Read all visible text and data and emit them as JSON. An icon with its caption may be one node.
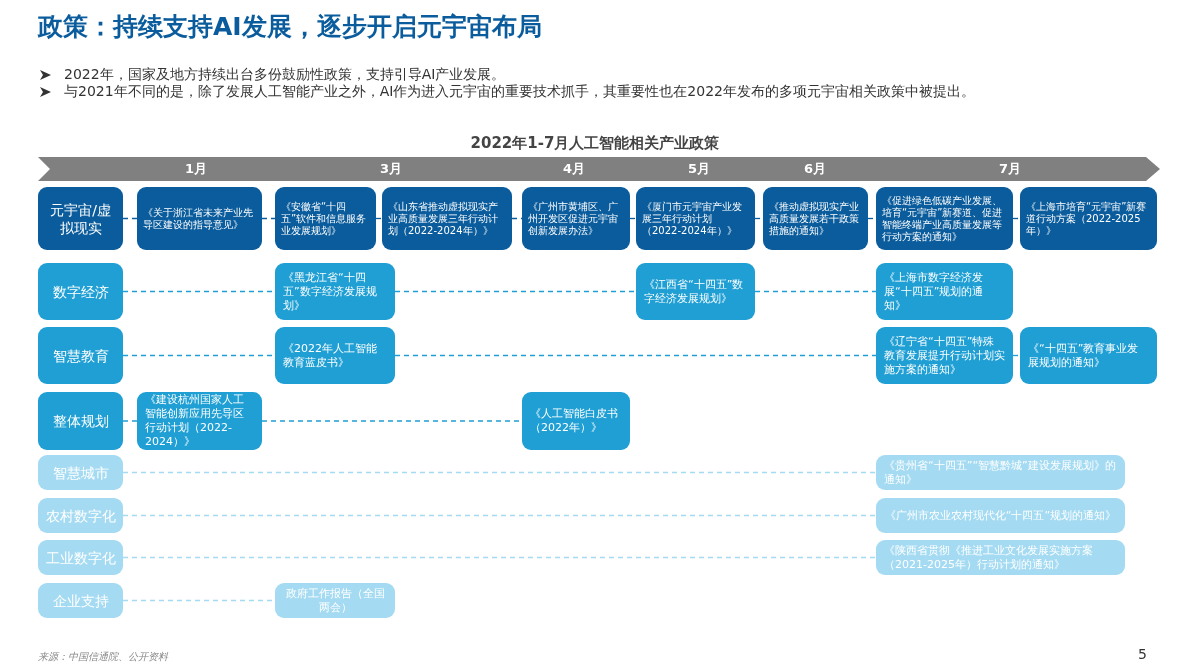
{
  "diagram": {
    "title": "政策：持续支持AI发展，逐步开启元宇宙布局",
    "nodes": [
      {
        "text": [
          "元宇宙/虚拟现实"
        ]
      },
      {
        "text": [
          "《关于浙江省未来产业先导区建设的指导意见》"
        ]
      },
      {
        "text": [
          "《安徽省“十四五”软件和信息服务业发展规划》"
        ]
      },
      {
        "text": [
          "《山东省推动虚拟现实产业高质量发展三年行动计划（2022-2024年）》"
        ]
      },
      {
        "text": [
          "《广州市黄埔区、广州开发区促进元宇宙创新发展办法》"
        ]
      },
      {
        "text": [
          "《厦门市元宇宙产业发展三年行动计划（2022-2024年）》"
        ]
      },
      {
        "text": [
          "《推动虚拟现实产业高质量发展若干政策措施的通知》"
        ]
      },
      {
        "text": [
          "《促进绿色低碳产业发展、培育“元宇宙”新赛道、促进智能终端产业高质量发展等行动方案的通知》"
        ]
      },
      {
        "text": [
          "《上海市培育“元宇宙”新赛道行动方案（2022-2025年）》"
        ]
      },
      {
        "text": [
          "数字经济"
        ]
      },
      {
        "text": [
          "《黑龙江省“十四五”数字经济发展规划》"
        ]
      },
      {
        "text": [
          "《江西省“十四五”数字经济发展规划》"
        ]
      },
      {
        "text": [
          "《上海市数字经济发展“十四五”规划的通知》"
        ]
      },
      {
        "text": [
          "智慧教育"
        ]
      },
      {
        "text": [
          "《2022年人工智能教育蓝皮书》"
        ]
      },
      {
        "text": [
          "《辽宁省“十四五”特殊教育发展提升行动计划实施方案的通知》"
        ]
      },
      {
        "text": [
          "《“十四五”教育事业发展规划的通知》"
        ]
      },
      {
        "text": [
          "整体规划"
        ]
      },
      {
        "text": [
          "《建设杭州国家人工智能创新应用先导区行动计划（2022-2024）》"
        ]
      },
      {
        "text": [
          "《人工智能白皮书（2022年）》"
        ]
      },
      {
        "text": [
          "智慧城市"
        ]
      },
      {
        "text": [
          "《贵州省“十四五”“智慧黔城”建设发展规划》的通知》"
        ]
      },
      {
        "text": [
          "农村数字化"
        ]
      },
      {
        "text": [
          "《广州市农业农村现代化“十四五”规划的通知》"
        ]
      },
      {
        "text": [
          "工业数字化"
        ]
      },
      {
        "text": [
          "《陕西省贯彻《推进工业文化发展实施方案（2021-2025年）行动计划的通知》"
        ]
      },
      {
        "text": [
          "企业支持"
        ]
      },
      {
        "text": [
          "政府工作报告（全国两会）"
        ]
      }
    ],
    "edges": [
      {
        "from": 0,
        "to": 1,
        "arrow": "none",
        "style": "dashed",
        "color": "#0a5c9c"
      },
      {
        "from": 1,
        "to": 2,
        "arrow": "none",
        "style": "dashed",
        "color": "#0a5c9c"
      },
      {
        "from": 2,
        "to": 3,
        "arrow": "none",
        "style": "dashed",
        "color": "#0a5c9c"
      },
      {
        "from": 3,
        "to": 4,
        "arrow": "none",
        "style": "dashed",
        "color": "#0a5c9c"
      },
      {
        "from": 4,
        "to": 5,
        "arrow": "none",
        "style": "dashed",
        "color": "#0a5c9c"
      },
      {
        "from": 5,
        "to": 6,
        "arrow": "none",
        "style": "dashed",
        "color": "#0a5c9c"
      },
      {
        "from": 6,
        "to": 7,
        "arrow": "none",
        "style": "dashed",
        "color": "#0a5c9c"
      },
      {
        "from": 7,
        "to": 8,
        "arrow": "none",
        "style": "dashed",
        "color": "#0a5c9c"
      },
      {
        "from": 9,
        "to": 10,
        "arrow": "none",
        "style": "dashed",
        "color": "#1f9fd4"
      },
      {
        "from": 10,
        "to": 11,
        "arrow": "none",
        "style": "dashed",
        "color": "#1f9fd4"
      },
      {
        "from": 11,
        "to": 12,
        "arrow": "none",
        "style": "dashed",
        "color": "#1f9fd4"
      },
      {
        "from": 13,
        "to": 14,
        "arrow": "none",
        "style": "dashed",
        "color": "#1f9fd4"
      },
      {
        "from": 14,
        "to": 15,
        "arrow": "none",
        "style": "dashed",
        "color": "#1f9fd4"
      },
      {
        "from": 15,
        "to": 16,
        "arrow": "none",
        "style": "dashed",
        "color": "#1f9fd4"
      },
      {
        "from": 17,
        "to": 18,
        "arrow": "none",
        "style": "dashed",
        "color": "#1f9fd4"
      },
      {
        "from": 18,
        "to": 19,
        "arrow": "none",
        "style": "dashed",
        "color": "#1f9fd4"
      },
      {
        "from": 20,
        "to": 21,
        "arrow": "none",
        "style": "dashed",
        "color": "#a5dbf2"
      },
      {
        "from": 22,
        "to": 23,
        "arrow": "none",
        "style": "dashed",
        "color": "#a5dbf2"
      },
      {
        "from": 24,
        "to": 25,
        "arrow": "none",
        "style": "dashed",
        "color": "#a5dbf2"
      },
      {
        "from": 26,
        "to": 27,
        "arrow": "none",
        "style": "dashed",
        "color": "#a5dbf2"
      }
    ],
    "labels": [
      "2022年，国家及地方持续出台多份鼓励性政策，支持引导AI产业发展。",
      "与2021年不同的是，除了发展人工智能产业之外，AI作为进入元宇宙的重要技术抓手，其重要性也在2022年发布的多项元宇宙相关政策中被提出。",
      "2022年1-7月人工智能相关产业政策",
      "1月",
      "3月",
      "4月",
      "5月",
      "6月",
      "7月",
      "来源：中国信通院、公开资料",
      "5"
    ]
  }
}
